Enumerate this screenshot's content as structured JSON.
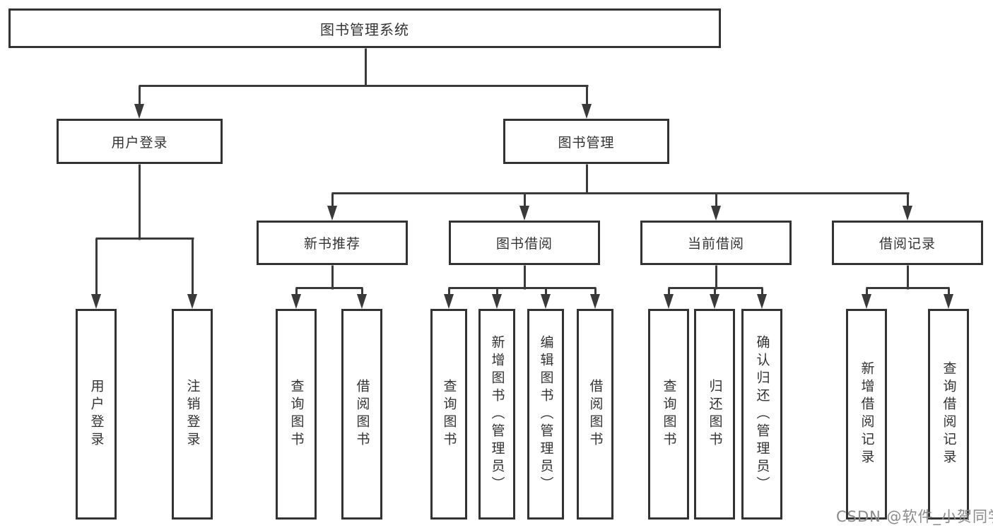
{
  "diagram": {
    "nodes": {
      "root": "图书管理系统",
      "user_login": "用户登录",
      "book_mgmt": "图书管理",
      "new_book_rec": "新书推荐",
      "book_borrow": "图书借阅",
      "current_borrow": "当前借阅",
      "borrow_record": "借阅记录",
      "leaf_user_login": "用户登录",
      "leaf_logout": "注销登录",
      "leaf_nbr_query": "查询图书",
      "leaf_nbr_borrow": "借阅图书",
      "leaf_bb_query": "查询图书",
      "leaf_bb_add": "新增图书（管理员）",
      "leaf_bb_edit": "编辑图书（管理员）",
      "leaf_bb_borrow": "借阅图书",
      "leaf_cb_query": "查询图书",
      "leaf_cb_return": "归还图书",
      "leaf_cb_confirm": "确认归还（管理员）",
      "leaf_br_add": "新增借阅记录",
      "leaf_br_query": "查询借阅记录"
    }
  },
  "watermark": "CSDN @软件_小贺同学",
  "colors": {
    "line": "#3a3a3a",
    "box_border": "#333333",
    "text": "#333333",
    "watermark": "#8a8a8a",
    "background": "#ffffff"
  }
}
